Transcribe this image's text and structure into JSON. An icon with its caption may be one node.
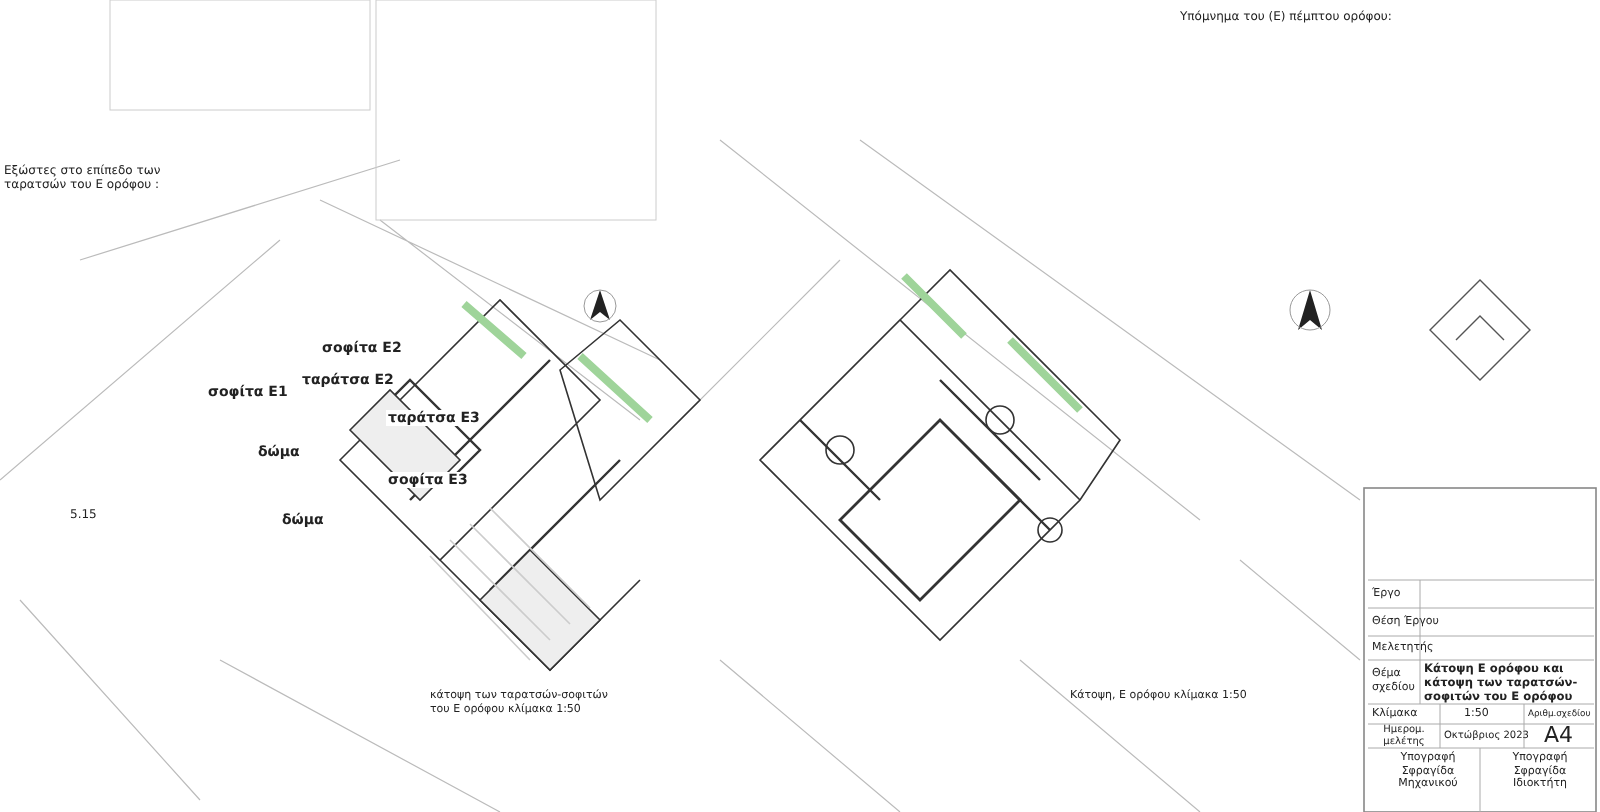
{
  "diagram": {
    "labels": [
      "Υπόμνημα του (Ε) πέμπτου ορόφου:",
      "Εξώστες στο επίπεδο των ταρατσών του Ε ορόφου :",
      "σοφίτα Ε2",
      "ταράτσα Ε2",
      "σοφίτα Ε1",
      "ταράτσα Ε3",
      "δώμα",
      "σοφίτα Ε3",
      "δώμα",
      "5.15",
      "κάτοψη των ταρατσών-σοφιτών του Ε ορόφου κλίμακα 1:50",
      "Κάτοψη, Ε ορόφου κλίμακα 1:50",
      "Έργο",
      "Θέση Έργου",
      "Μελετητής",
      "Θέμα σχεδίου",
      "Κάτοψη Ε ορόφου και κάτοψη των ταρατσών-σοφιτών του Ε ορόφου",
      "Κλίμακα",
      "1:50",
      "Αριθμ.σχεδίου",
      "Ημερομ. μελέτης",
      "Οκτώβριος 2023",
      "A4",
      "Υπογραφή Σφραγίδα Μηχανικού",
      "Υπογραφή Σφραγίδα Ιδιοκτήτη"
    ]
  }
}
